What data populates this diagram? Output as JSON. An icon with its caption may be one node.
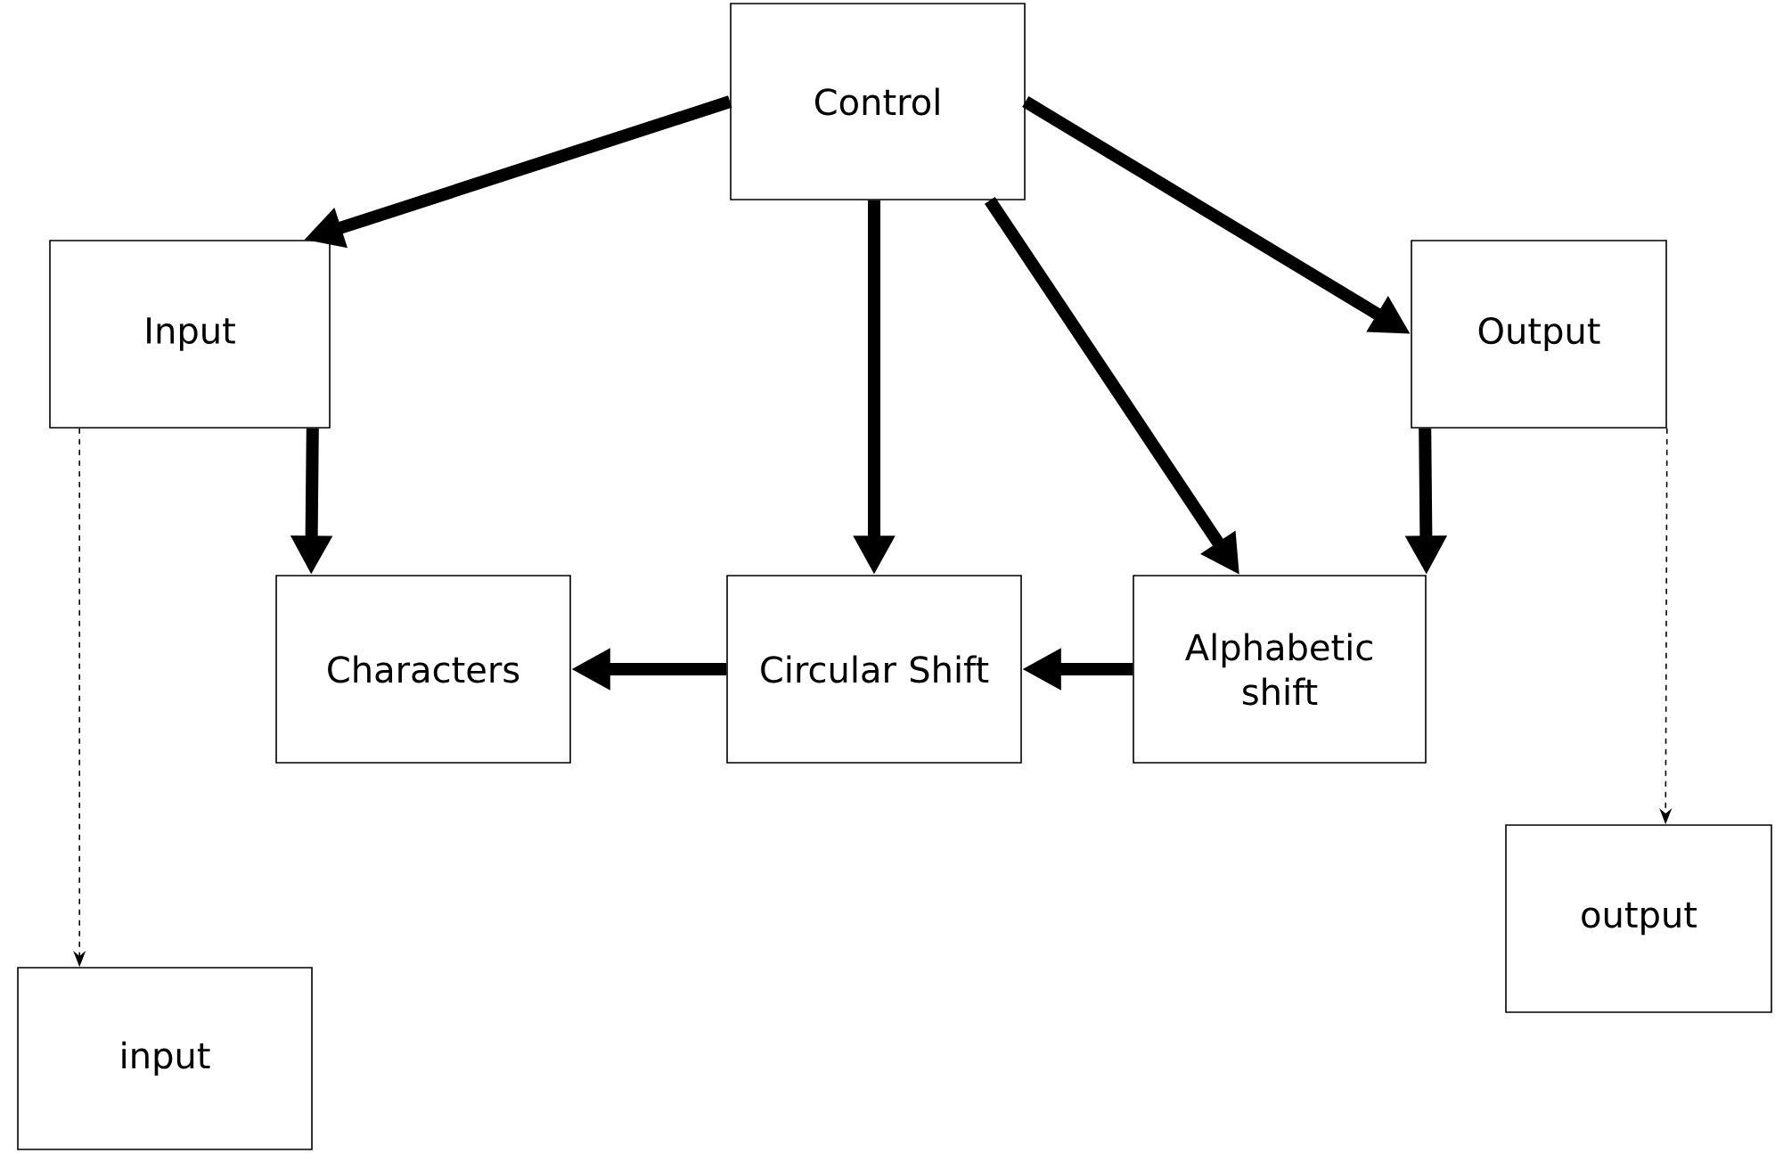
{
  "diagram": {
    "nodes": [
      {
        "text": [
          "Control"
        ]
      },
      {
        "text": [
          "Input"
        ]
      },
      {
        "text": [
          "Output"
        ]
      },
      {
        "text": [
          "Characters"
        ]
      },
      {
        "text": [
          "Circular Shift"
        ]
      },
      {
        "text": [
          "Alphabetic shift"
        ]
      },
      {
        "text": [
          "input"
        ]
      },
      {
        "text": [
          "output"
        ]
      }
    ],
    "edges": [
      {
        "from": 0,
        "to": 1,
        "arrow": "to"
      },
      {
        "from": 0,
        "to": 2,
        "arrow": "to"
      },
      {
        "from": 0,
        "to": 4,
        "arrow": "to"
      },
      {
        "from": 0,
        "to": 5,
        "arrow": "to"
      },
      {
        "from": 1,
        "to": 3,
        "arrow": "to"
      },
      {
        "from": 2,
        "to": 5,
        "arrow": "to"
      },
      {
        "from": 5,
        "to": 4,
        "arrow": "to"
      },
      {
        "from": 4,
        "to": 3,
        "arrow": "to"
      },
      {
        "from": 1,
        "to": 6,
        "arrow": "to",
        "style": "dashed"
      },
      {
        "from": 2,
        "to": 7,
        "arrow": "to",
        "style": "dashed"
      }
    ]
  }
}
